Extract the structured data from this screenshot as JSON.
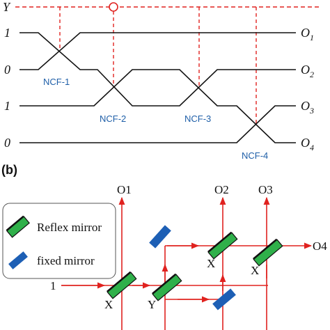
{
  "panel_b_label": "(b)",
  "panel_a": {
    "control_label": "Y",
    "inputs": [
      "1",
      "0",
      "1",
      "0"
    ],
    "outputs": [
      {
        "main": "O",
        "sub": "1"
      },
      {
        "main": "O",
        "sub": "2"
      },
      {
        "main": "O",
        "sub": "3"
      },
      {
        "main": "O",
        "sub": "4"
      }
    ],
    "couplers": [
      "NCF-1",
      "NCF-2",
      "NCF-3",
      "NCF-4"
    ]
  },
  "panel_b": {
    "input_label": "1",
    "outputs": [
      "O1",
      "O2",
      "O3",
      "O4"
    ],
    "mirror_labels": [
      "X",
      "Y",
      "X",
      "X"
    ],
    "legend": {
      "reflex": "Reflex mirror",
      "fixed": "fixed mirror"
    },
    "colors": {
      "beam": "#e0221f",
      "reflex_mirror": "#2fb04a",
      "fixed_mirror": "#1d5fb5",
      "control_line": "#e0221f",
      "coupler_label": "#1f5fa8"
    }
  }
}
